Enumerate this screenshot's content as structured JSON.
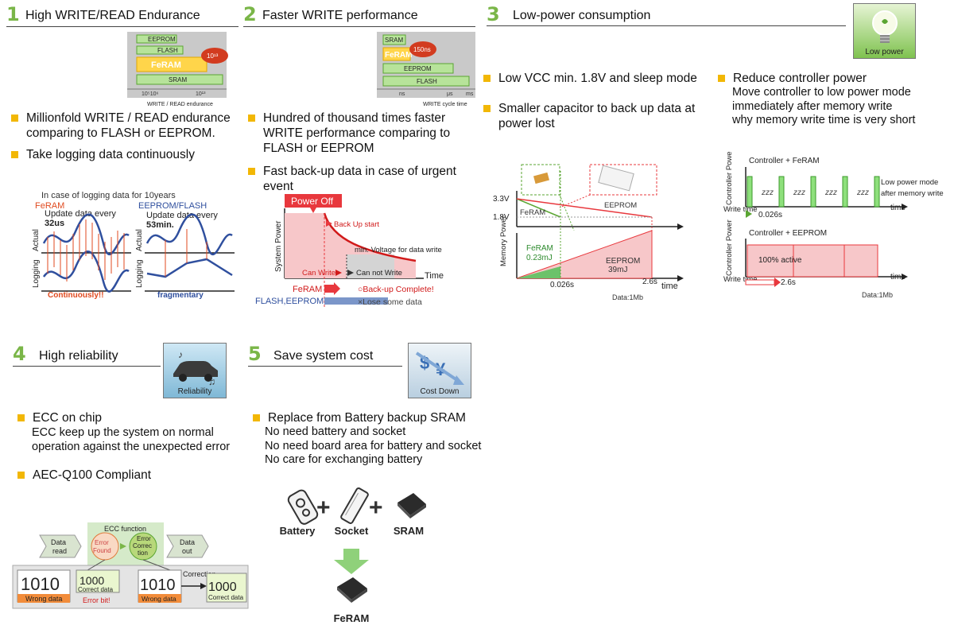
{
  "sections": {
    "s1": {
      "number": "1",
      "title": "High WRITE/READ Endurance",
      "bullets": [
        "Millionfold WRITE / READ endurance comparing to FLASH or EEPROM.",
        "Take logging data continuously"
      ],
      "endurance_chart": {
        "bars": [
          "EEPROM",
          "FLASH",
          "FeRAM",
          "SRAM"
        ],
        "badge": "10¹³",
        "ticks": [
          "10⁵10⁶",
          "10¹³"
        ],
        "axis_label": "WRITE / READ endurance"
      },
      "logging": {
        "title": "In case of logging data for 10years",
        "feram_label": "FeRAM",
        "feram_update": "Update data every",
        "feram_interval": "32us",
        "eeprom_label": "EEPROM/FLASH",
        "eeprom_update": "Update data every",
        "eeprom_interval": "53min.",
        "actual": "Actual",
        "logging": "Logging",
        "continuously": "Continuously!!",
        "fragmentary": "fragmentary"
      }
    },
    "s2": {
      "number": "2",
      "title": "Faster WRITE performance",
      "bullets": [
        "Hundred of thousand times faster WRITE performance comparing to FLASH or EEPROM",
        "Fast back-up data in case of urgent event"
      ],
      "write_chart": {
        "bars": [
          "SRAM",
          "FeRAM",
          "EEPROM",
          "FLASH"
        ],
        "badge": "150ns",
        "ticks": [
          "ns",
          "μs",
          "ms"
        ],
        "axis_label": "WRITE cycle time"
      },
      "backup": {
        "power_off": "Power Off",
        "system_power": "System Power",
        "back_up_start": "Back Up start",
        "min_voltage": "min. Voltage for data write",
        "time": "Time",
        "can_write": "Can Write",
        "can_not_write": "Can not Write",
        "feram": "FeRAM",
        "backup_complete": "○Back-up Complete!",
        "flash_eeprom": "FLASH,EEPROM",
        "lose_data": "×Lose some data"
      }
    },
    "s3": {
      "number": "3",
      "title": "Low-power consumption",
      "icon_label": "Low power",
      "bullets_left": [
        "Low VCC min. 1.8V and sleep mode",
        "Smaller capacitor to back up data at power lost"
      ],
      "bullet_right": "Reduce controller power",
      "sub_right": [
        "Move controller to low power mode",
        "immediately after memory write",
        "why memory write time is very short"
      ],
      "voltage_chart": {
        "v33": "3.3V",
        "v18": "1.8V",
        "feram": "FeRAM",
        "eeprom": "EEPROM",
        "memory_power": "Memory Power",
        "feram_energy": "FeRAM",
        "feram_mj": "0.23mJ",
        "eeprom_energy": "EEPROM",
        "eeprom_mj": "39mJ",
        "t1": "0.026s",
        "t2": "2.6s",
        "time": "time",
        "data": "Data:1Mb"
      },
      "controller_chart": {
        "title_feram": "Controller + FeRAM",
        "title_eeprom": "Controller + EEPROM",
        "controller_power": "Controller Power",
        "zzz": "zzz",
        "low_power_mode": "Low power mode",
        "after_write": "after memory write",
        "write_time": "Write time",
        "t_feram": "0.026s",
        "t_eeprom": "2.6s",
        "active": "100% active",
        "time": "time",
        "data": "Data:1Mb"
      }
    },
    "s4": {
      "number": "4",
      "title": "High  reliability",
      "icon_label": "Reliability",
      "bullet1": "ECC on chip",
      "sub1": [
        "ECC keep up the system on normal",
        "operation against the unexpected error"
      ],
      "bullet2": "AEC-Q100 Compliant",
      "ecc": {
        "function": "ECC function",
        "data_read": "Data read",
        "error_found": "Error Found",
        "error_correction": "Error Correc tion",
        "data_out": "Data out",
        "wrong_digits": "1010",
        "correct_digits": "1000",
        "wrong_data": "Wrong data",
        "correct_data": "Correct data",
        "error_bit": "Error bit!",
        "correction": "Correction"
      }
    },
    "s5": {
      "number": "5",
      "title": "Save system cost",
      "icon_label": "Cost Down",
      "bullet": "Replace from Battery backup SRAM",
      "sub": [
        "No need battery and socket",
        "No need board area for battery and socket",
        "No care for exchanging battery"
      ],
      "components": {
        "battery": "Battery",
        "socket": "Socket",
        "sram": "SRAM",
        "feram": "FeRAM",
        "plus": "+"
      }
    }
  }
}
